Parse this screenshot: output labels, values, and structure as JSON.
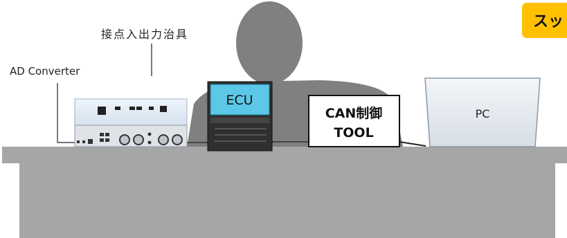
{
  "labels": {
    "contact_io": "接点入出力治具",
    "ad_converter": "AD Converter",
    "ecu": "ECU",
    "can_tool_line1": "CAN制御",
    "can_tool_line2": "TOOL",
    "pc": "PC",
    "badge": "スッ"
  },
  "colors": {
    "desk": "#a6a6a6",
    "person": "#808080",
    "ecu_screen": "#5bc8e8",
    "badge": "#ffc000",
    "pc_body": "#e6ecf2"
  }
}
